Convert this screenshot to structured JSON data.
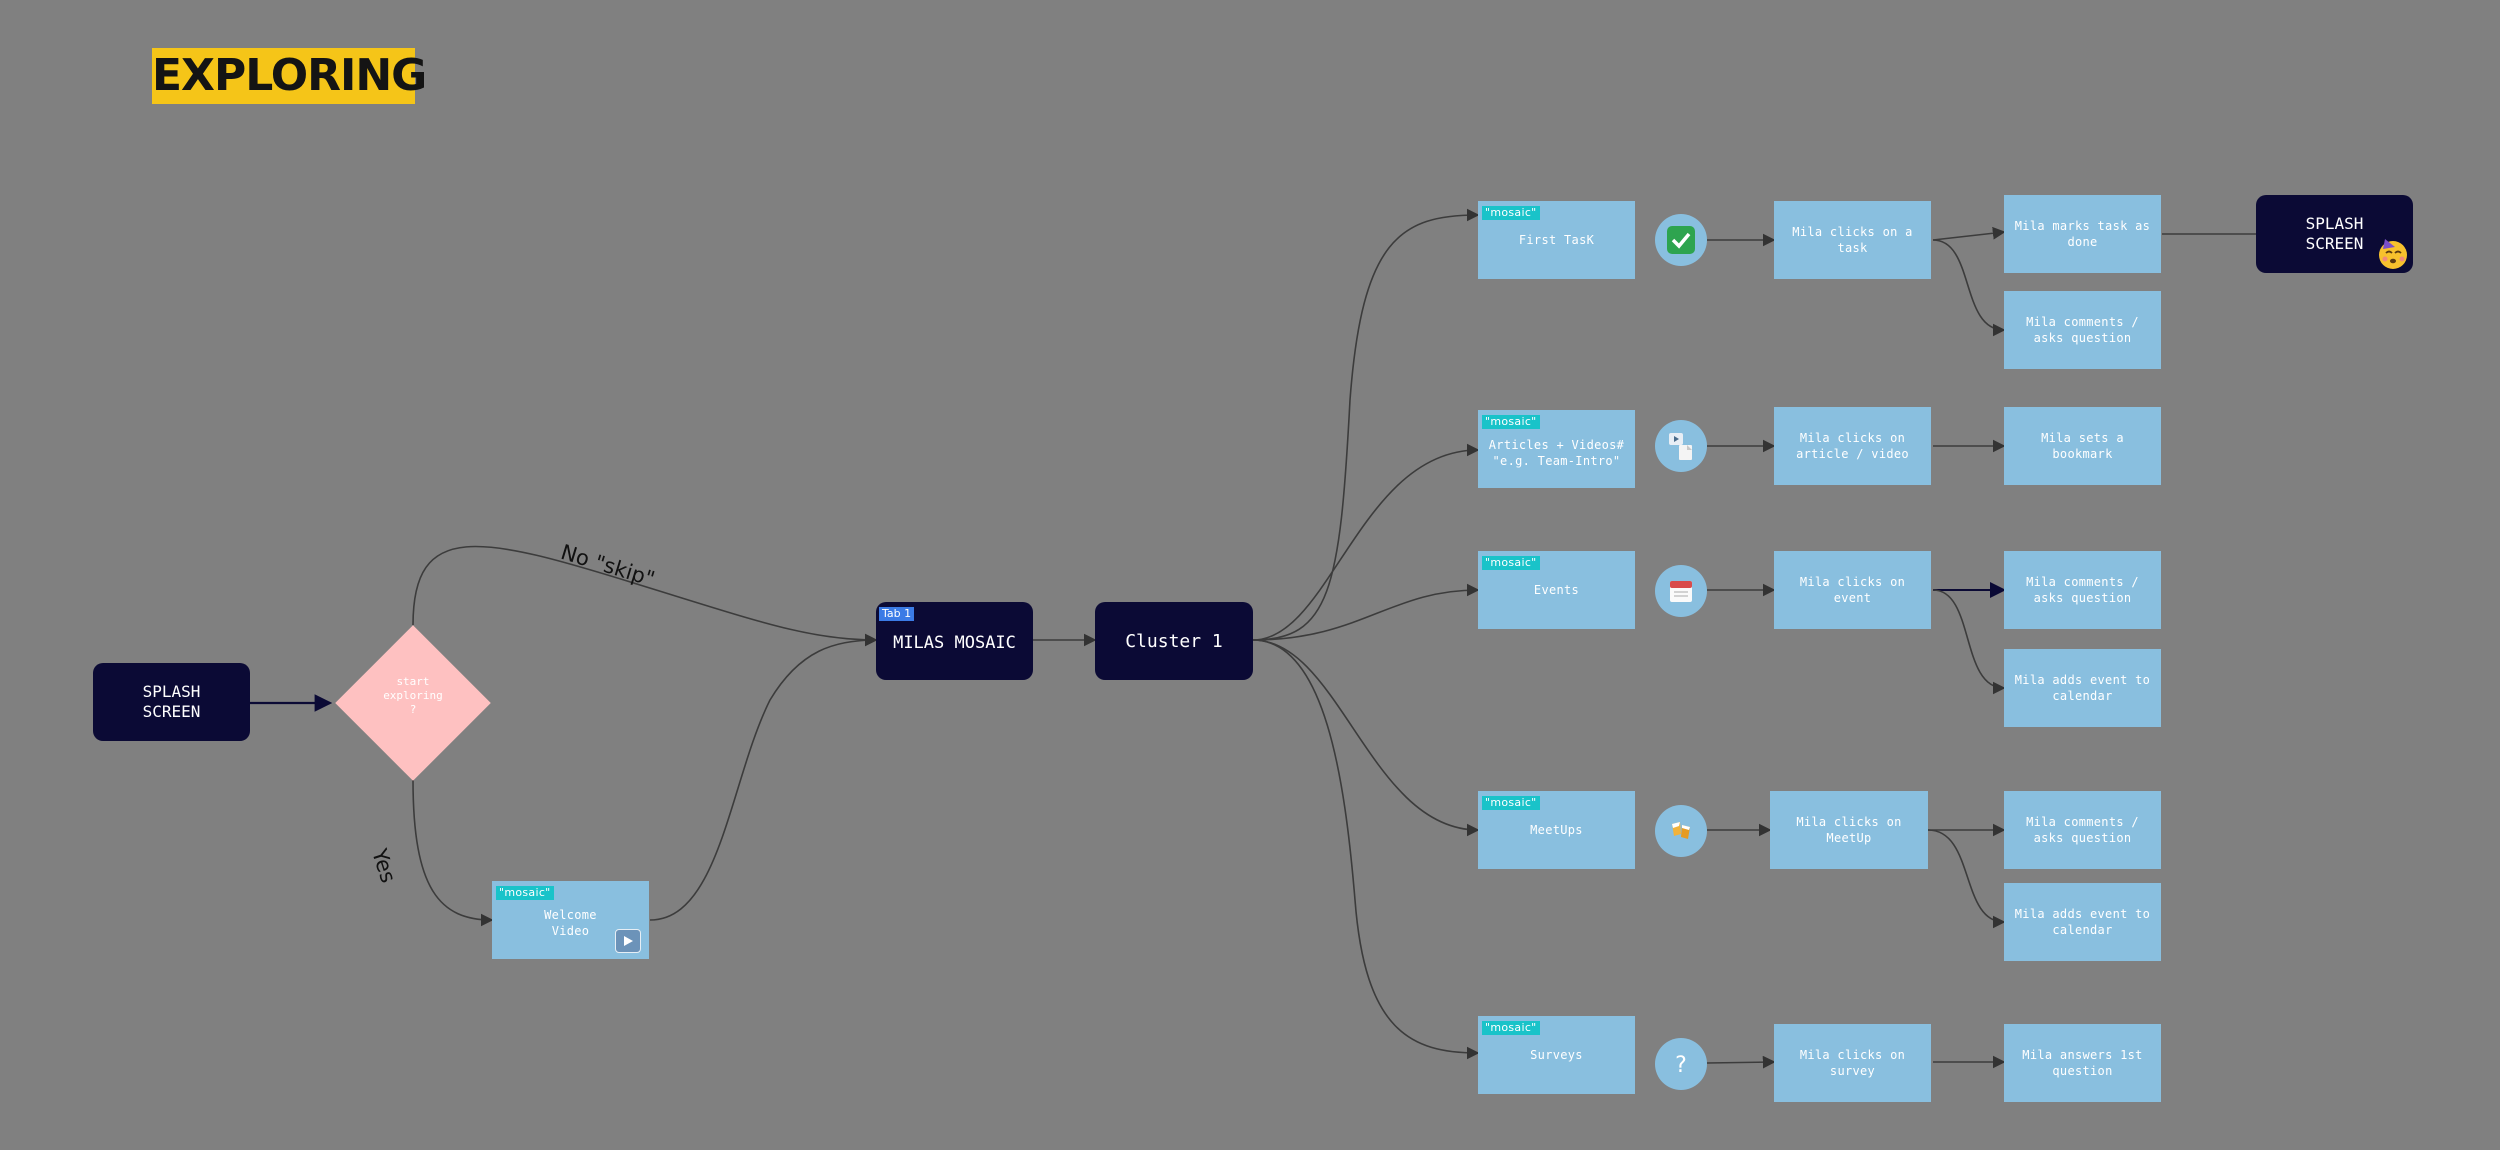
{
  "title": "EXPLORING",
  "start_splash": [
    "SPLASH",
    "SCREEN"
  ],
  "decision": [
    "start",
    "exploring",
    "?"
  ],
  "label_no": "No \"skip\"",
  "label_yes": "Yes",
  "welcome": {
    "tag": "\"mosaic\"",
    "lines": [
      "Welcome",
      "Video"
    ],
    "icon": "play-icon"
  },
  "milas_mosaic": {
    "tag": "Tab 1",
    "label": "MILAS MOSAIC"
  },
  "cluster": "Cluster 1",
  "branches": {
    "first_task": {
      "tag": "\"mosaic\"",
      "label": "First TasK",
      "icon": "check-icon",
      "action": "Mila clicks on a task",
      "out1": "Mila marks task as done",
      "out2": "Mila comments / asks question",
      "splash": [
        "SPLASH",
        "SCREEN"
      ]
    },
    "articles": {
      "tag": "\"mosaic\"",
      "label": "Articles + Videos# \"e.g. Team-Intro\"",
      "icon": "media-icon",
      "action": "Mila clicks on article / video",
      "out1": "Mila sets a bookmark"
    },
    "events": {
      "tag": "\"mosaic\"",
      "label": "Events",
      "icon": "calendar-icon",
      "action": "Mila clicks on event",
      "out1": "Mila comments / asks question",
      "out2": "Mila adds event to calendar"
    },
    "meetups": {
      "tag": "\"mosaic\"",
      "label": "MeetUps",
      "icon": "cheers-icon",
      "action": "Mila clicks on MeetUp",
      "out1": "Mila comments / asks question",
      "out2": "Mila adds event to calendar"
    },
    "surveys": {
      "tag": "\"mosaic\"",
      "label": "Surveys",
      "icon": "question-icon",
      "action": "Mila clicks on survey",
      "out1": "Mila answers 1st question"
    }
  },
  "colors": {
    "background": "#808080",
    "dark_node": "#0b0a35",
    "light_node": "#89bfdf",
    "decision": "#fec1c1",
    "title_bg": "#f5c518",
    "tag": "#19c3c9"
  }
}
